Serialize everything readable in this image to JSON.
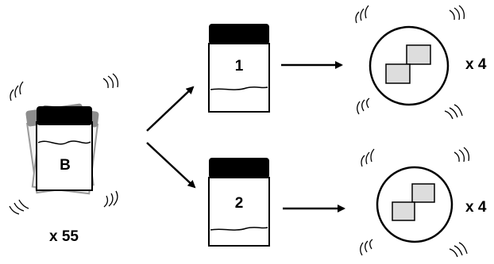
{
  "source": {
    "jar_label": "B",
    "multiplier": "x 55"
  },
  "top_branch": {
    "jar_label": "1",
    "multiplier": "x 4"
  },
  "bottom_branch": {
    "jar_label": "2",
    "multiplier": "x 4"
  },
  "colors": {
    "ink": "#000000",
    "glass": "#ffffff",
    "ghost_jar": "#9a9a9a",
    "ghost_lid": "#8c8c8c",
    "square_fill": "#dddddd"
  }
}
